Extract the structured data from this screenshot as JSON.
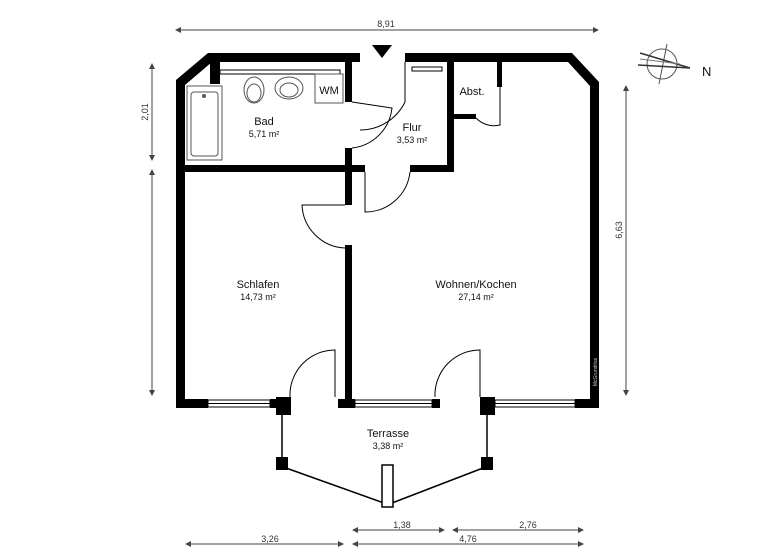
{
  "rooms": [
    {
      "name": "Bad",
      "area": "5,71 m²"
    },
    {
      "name": "Flur",
      "area": "3,53 m²"
    },
    {
      "name": "Abst.",
      "area": ""
    },
    {
      "name": "Schlafen",
      "area": "14,73 m²"
    },
    {
      "name": "Wohnen/Kochen",
      "area": "27,14 m²"
    },
    {
      "name": "Terrasse",
      "area": "3,38 m²"
    }
  ],
  "fixtures": {
    "washing_machine": "WM"
  },
  "dimensions": {
    "top": "8,91",
    "left_upper": "2,01",
    "right": "6,63",
    "bottom_1": "1,38",
    "bottom_2": "2,76",
    "bottom_3": "3,26",
    "bottom_4": "4,76"
  },
  "compass": {
    "label": "N",
    "icon": "compass-north-icon"
  },
  "watermark": "McGrundriss",
  "colors": {
    "walls": "#000000",
    "background": "#ffffff"
  }
}
